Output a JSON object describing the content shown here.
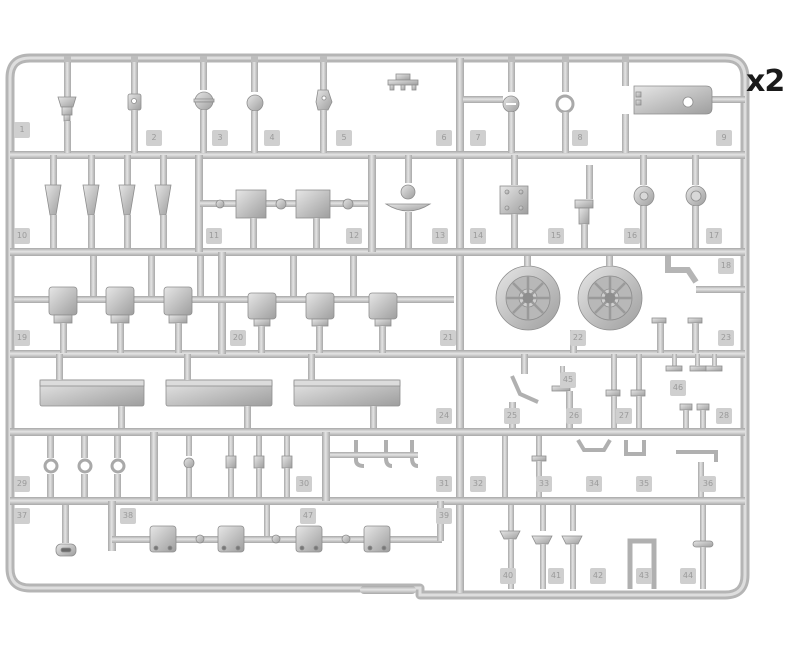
{
  "multiplier_label": "x2",
  "part_numbers": [
    "1",
    "2",
    "3",
    "4",
    "5",
    "6",
    "7",
    "8",
    "9",
    "10",
    "11",
    "12",
    "13",
    "14",
    "15",
    "16",
    "17",
    "18",
    "19",
    "20",
    "21",
    "22",
    "23",
    "24",
    "25",
    "26",
    "27",
    "28",
    "29",
    "30",
    "31",
    "32",
    "33",
    "34",
    "35",
    "36",
    "37",
    "38",
    "39",
    "40",
    "41",
    "42",
    "43",
    "44",
    "45",
    "46",
    "47"
  ],
  "colors": {
    "plastic": "#c8c8c8",
    "plastic_shadow": "#a9a9a9",
    "plastic_highlight": "#e2e2e2",
    "background": "#ffffff",
    "label": "#1a1a1a"
  }
}
